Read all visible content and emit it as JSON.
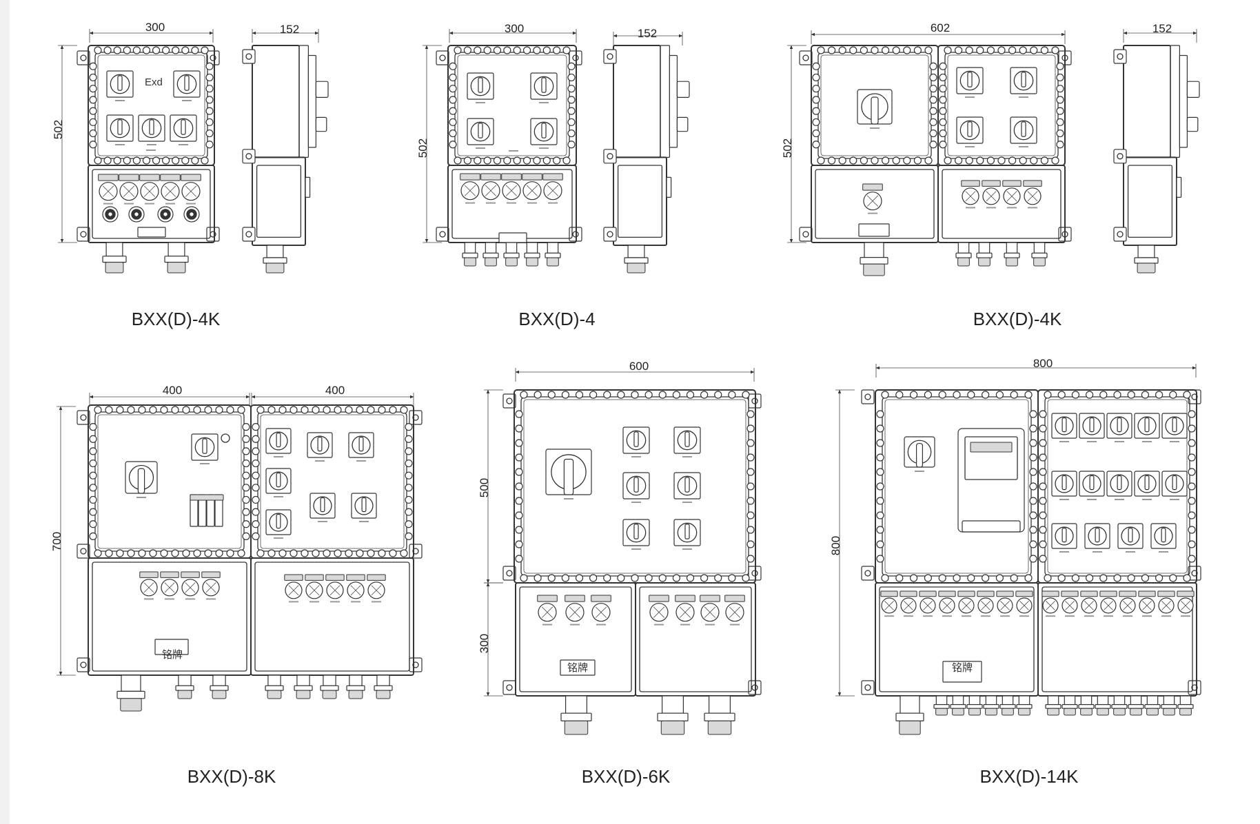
{
  "colors": {
    "line": "#333333",
    "background": "#ffffff",
    "page_strip": "#f1f1f1"
  },
  "diagrams": [
    {
      "id": "d1",
      "caption": "BXX(D)-4K",
      "dims": {
        "width": "300",
        "height": "502",
        "side_depth": "152"
      },
      "labels": {
        "exd": "Exd"
      }
    },
    {
      "id": "d2",
      "caption": "BXX(D)-4",
      "dims": {
        "width": "300",
        "height": "502",
        "side_depth": "152"
      }
    },
    {
      "id": "d3",
      "caption": "BXX(D)-4K",
      "dims": {
        "width": "602",
        "height": "502",
        "side_depth": "152"
      }
    },
    {
      "id": "d4",
      "caption": "BXX(D)-8K",
      "dims": {
        "width_left": "400",
        "width_right": "400",
        "height": "700"
      },
      "labels": {
        "nameplate": "铭牌"
      }
    },
    {
      "id": "d5",
      "caption": "BXX(D)-6K",
      "dims": {
        "width": "600",
        "height_top": "500",
        "height_bottom": "300"
      },
      "labels": {
        "nameplate": "铭牌"
      }
    },
    {
      "id": "d6",
      "caption": "BXX(D)-14K",
      "dims": {
        "width": "800",
        "height": "800"
      },
      "labels": {
        "nameplate": "铭牌"
      }
    }
  ]
}
